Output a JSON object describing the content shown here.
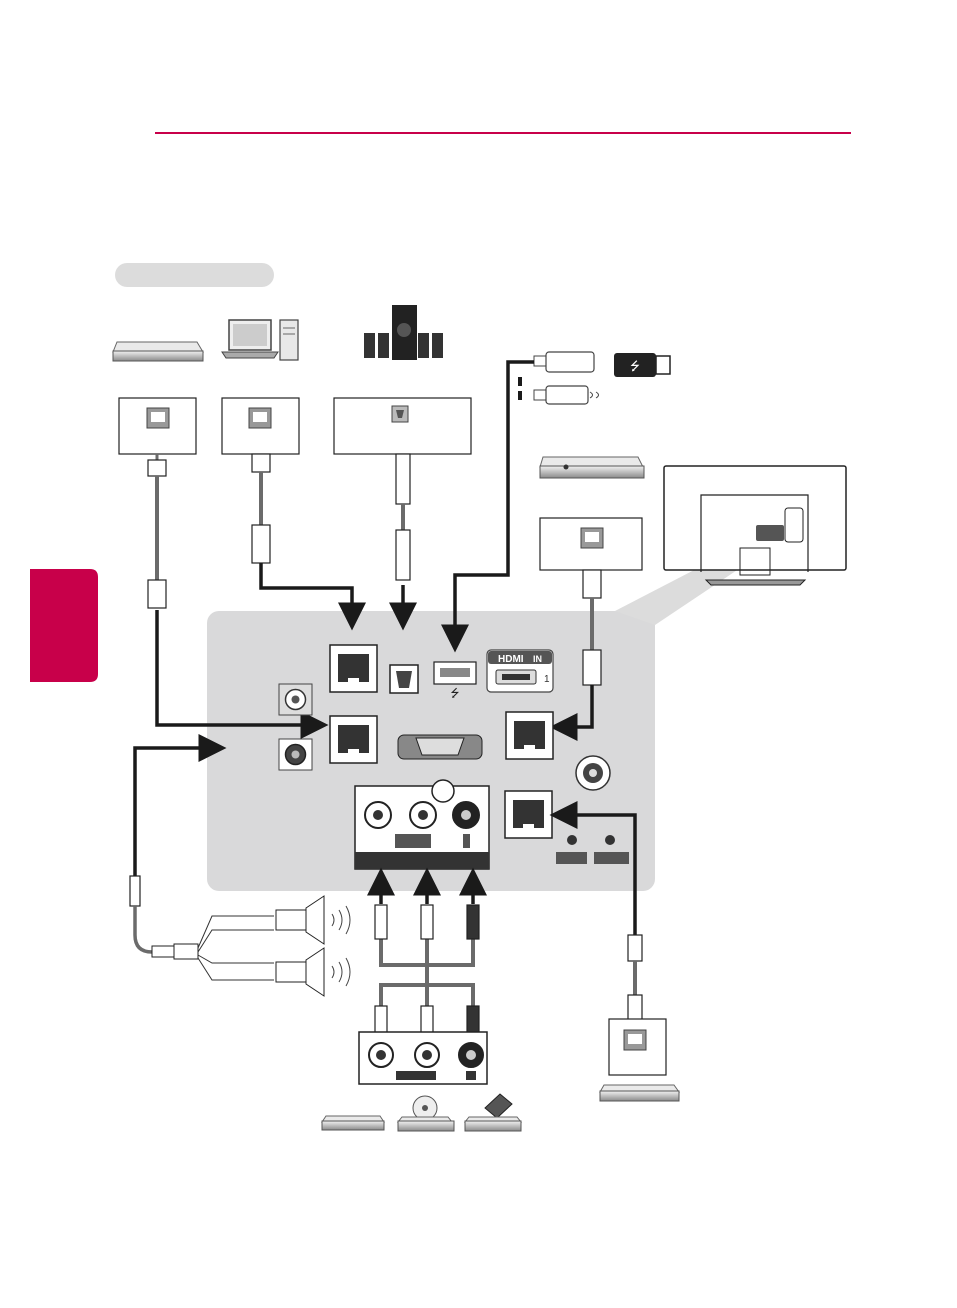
{
  "header": {
    "rule_color": "#c8004a"
  },
  "side_tab": {
    "color": "#c8004a"
  },
  "panel": {
    "background": "#d9d9da",
    "hdmi_logo_text": "HDMI",
    "hdmi_in_text": "IN",
    "hdmi_port_number": "1"
  },
  "icons": [
    "set-top-box-icon",
    "laptop-icon",
    "pc-tower-icon",
    "speaker-system-icon",
    "usb-stick-icon",
    "usb-cable-icon",
    "usb-symbol-icon",
    "dvd-player-icon",
    "tv-rear-icon",
    "speaker-icon",
    "component-source-device-icon"
  ],
  "colors": {
    "cable": "#6b6b6b",
    "arrow": "#1a1a1a",
    "tab_pill": "#dcdcdc"
  }
}
